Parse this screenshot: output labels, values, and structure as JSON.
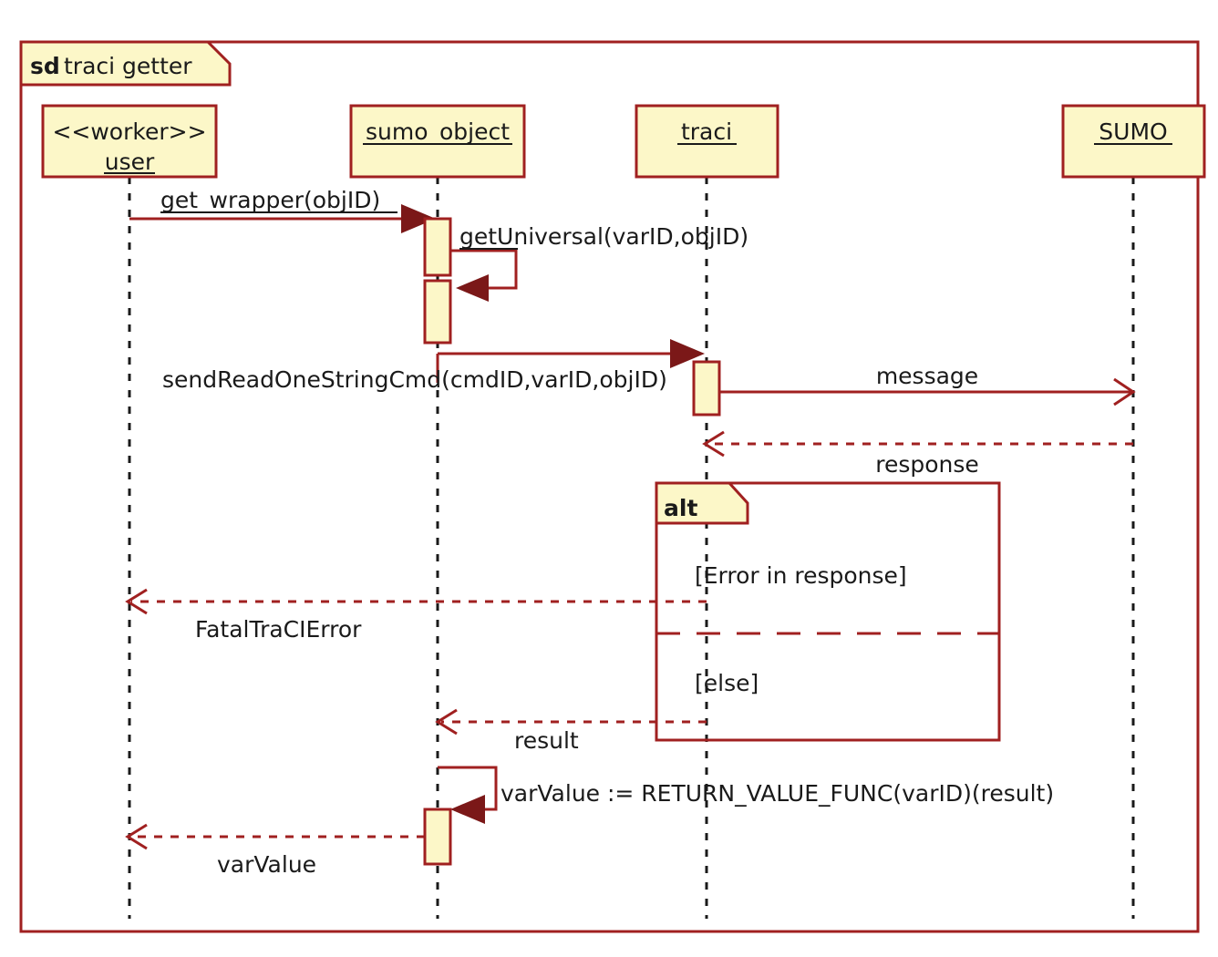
{
  "frame": {
    "kind": "sd",
    "name": "traci getter"
  },
  "participants": [
    {
      "id": "user",
      "stereotype": "<<worker>>",
      "name": "user"
    },
    {
      "id": "sumo_object",
      "stereotype": "",
      "name": "sumo_object"
    },
    {
      "id": "traci",
      "stereotype": "",
      "name": "traci"
    },
    {
      "id": "sumo",
      "stereotype": "",
      "name": "SUMO"
    }
  ],
  "messages": [
    {
      "id": "m1",
      "label": "get_wrapper(objID)",
      "from": "user",
      "to": "sumo_object",
      "style": "solid",
      "arrow": "filled"
    },
    {
      "id": "m2",
      "label": "getUniversal(varID,objID)",
      "from": "sumo_object",
      "to": "sumo_object",
      "style": "solid",
      "arrow": "filled"
    },
    {
      "id": "m3",
      "label": "sendReadOneStringCmd(cmdID,varID,objID)",
      "from": "sumo_object",
      "to": "traci",
      "style": "solid",
      "arrow": "filled"
    },
    {
      "id": "m4",
      "label": "message",
      "from": "traci",
      "to": "sumo",
      "style": "solid",
      "arrow": "open"
    },
    {
      "id": "m5",
      "label": "response",
      "from": "sumo",
      "to": "traci",
      "style": "dashed",
      "arrow": "open"
    },
    {
      "id": "m6",
      "label": "FatalTraCIError",
      "from": "traci",
      "to": "user",
      "style": "dashed",
      "arrow": "open"
    },
    {
      "id": "m7",
      "label": "result",
      "from": "traci",
      "to": "sumo_object",
      "style": "dashed",
      "arrow": "open"
    },
    {
      "id": "m8",
      "label": "varValue := RETURN_VALUE_FUNC(varID)(result)",
      "from": "sumo_object",
      "to": "sumo_object",
      "style": "solid",
      "arrow": "filled"
    },
    {
      "id": "m9",
      "label": "varValue",
      "from": "sumo_object",
      "to": "user",
      "style": "dashed",
      "arrow": "open"
    }
  ],
  "fragment": {
    "kind": "alt",
    "guards": [
      {
        "id": "g1",
        "label": "[Error in response]"
      },
      {
        "id": "g2",
        "label": "[else]"
      }
    ]
  },
  "colors": {
    "box_fill": "#FCF7C8",
    "line": "#A02020",
    "arrow_fill": "#7B1818",
    "lifeline": "#1a1a1a",
    "text": "#1a1a1a",
    "background": "#ffffff"
  }
}
